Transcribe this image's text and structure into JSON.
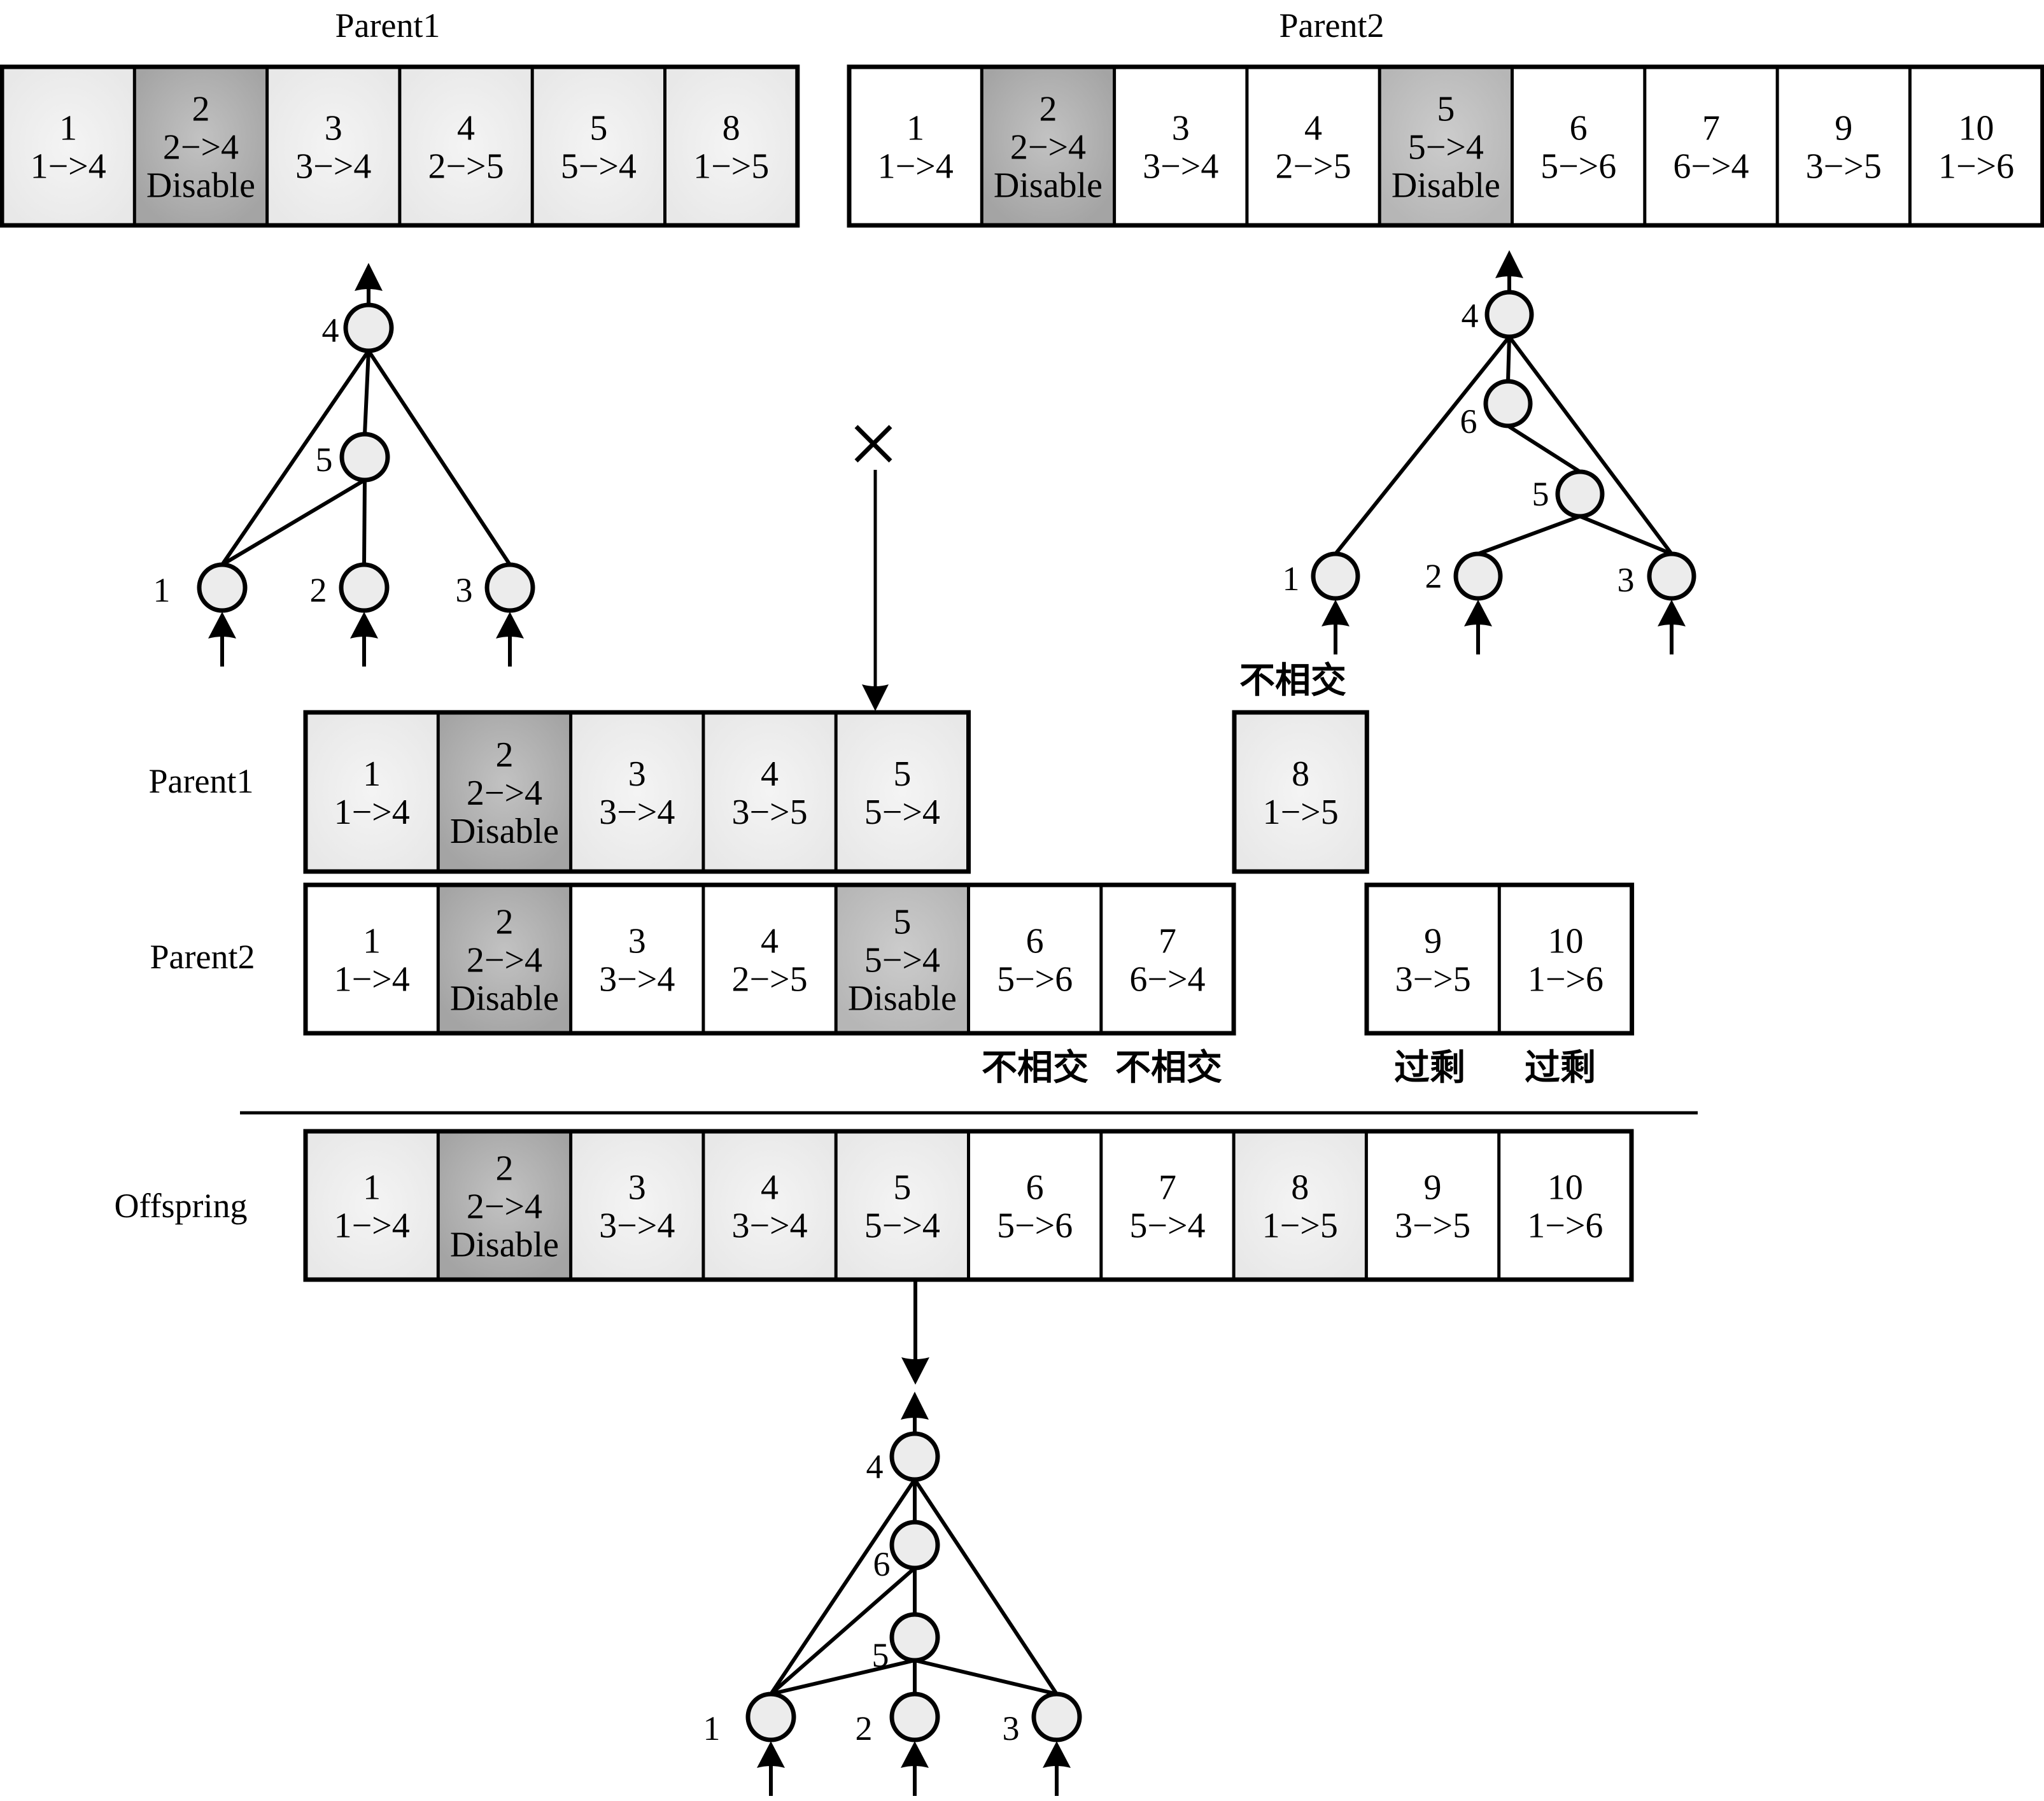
{
  "colors": {
    "parent1_fill": "#ececec",
    "parent2_fill": "#ffffff",
    "disabled_fill": "#a9a9a9",
    "disabled_fill_p2": "#bdbdbd",
    "node_fill": "#ececec",
    "stroke": "#000000"
  },
  "top": {
    "parent1": {
      "title": "Parent1",
      "genes": [
        {
          "innov": "1",
          "conn": "1->4",
          "disabled": false
        },
        {
          "innov": "2",
          "conn": "2->4",
          "disabled": true,
          "flag": "Disable"
        },
        {
          "innov": "3",
          "conn": "3->4",
          "disabled": false
        },
        {
          "innov": "4",
          "conn": "2->5",
          "disabled": false
        },
        {
          "innov": "5",
          "conn": "5->4",
          "disabled": false
        },
        {
          "innov": "8",
          "conn": "1->5",
          "disabled": false
        }
      ]
    },
    "parent2": {
      "title": "Parent2",
      "genes": [
        {
          "innov": "1",
          "conn": "1->4",
          "disabled": false
        },
        {
          "innov": "2",
          "conn": "2->4",
          "disabled": true,
          "flag": "Disable"
        },
        {
          "innov": "3",
          "conn": "3->4",
          "disabled": false
        },
        {
          "innov": "4",
          "conn": "2->5",
          "disabled": false
        },
        {
          "innov": "5",
          "conn": "5->4",
          "disabled": true,
          "flag": "Disable"
        },
        {
          "innov": "6",
          "conn": "5->6",
          "disabled": false
        },
        {
          "innov": "7",
          "conn": "6->4",
          "disabled": false
        },
        {
          "innov": "9",
          "conn": "3->5",
          "disabled": false
        },
        {
          "innov": "10",
          "conn": "1->6",
          "disabled": false
        }
      ]
    }
  },
  "networks": {
    "parent1": {
      "nodes": [
        {
          "id": "1",
          "role": "input"
        },
        {
          "id": "2",
          "role": "input"
        },
        {
          "id": "3",
          "role": "input"
        },
        {
          "id": "4",
          "role": "output"
        },
        {
          "id": "5",
          "role": "hidden"
        }
      ],
      "edges": [
        [
          "1",
          "4"
        ],
        [
          "4",
          "5"
        ],
        [
          "5",
          "1"
        ],
        [
          "5",
          "2"
        ],
        [
          "4",
          "3"
        ]
      ]
    },
    "parent2": {
      "nodes": [
        {
          "id": "1",
          "role": "input"
        },
        {
          "id": "2",
          "role": "input"
        },
        {
          "id": "3",
          "role": "input"
        },
        {
          "id": "4",
          "role": "output"
        },
        {
          "id": "5",
          "role": "hidden"
        },
        {
          "id": "6",
          "role": "hidden"
        }
      ],
      "edges": [
        [
          "1",
          "4"
        ],
        [
          "4",
          "6"
        ],
        [
          "4",
          "3"
        ],
        [
          "6",
          "5"
        ],
        [
          "5",
          "2"
        ],
        [
          "5",
          "3"
        ]
      ]
    },
    "offspring": {
      "nodes": [
        {
          "id": "1",
          "role": "input"
        },
        {
          "id": "2",
          "role": "input"
        },
        {
          "id": "3",
          "role": "input"
        },
        {
          "id": "4",
          "role": "output"
        },
        {
          "id": "5",
          "role": "hidden"
        },
        {
          "id": "6",
          "role": "hidden"
        }
      ],
      "edges": [
        [
          "1",
          "4"
        ],
        [
          "4",
          "6"
        ],
        [
          "4",
          "3"
        ],
        [
          "6",
          "5"
        ],
        [
          "6",
          "1"
        ],
        [
          "5",
          "1"
        ],
        [
          "5",
          "2"
        ],
        [
          "5",
          "3"
        ]
      ]
    }
  },
  "alignment": {
    "disconnect_mark": "×",
    "parent1": {
      "label": "Parent1",
      "matching": [
        {
          "innov": "1",
          "conn": "1->4",
          "disabled": false
        },
        {
          "innov": "2",
          "conn": "2->4",
          "disabled": true,
          "flag": "Disable"
        },
        {
          "innov": "3",
          "conn": "3->4",
          "disabled": false
        },
        {
          "innov": "4",
          "conn": "3->5",
          "disabled": false
        },
        {
          "innov": "5",
          "conn": "5->4",
          "disabled": false
        }
      ],
      "disjoint": {
        "innov": "8",
        "conn": "1->5",
        "disabled": false,
        "note": "不相交"
      }
    },
    "parent2": {
      "label": "Parent2",
      "matching": [
        {
          "innov": "1",
          "conn": "1->4",
          "disabled": false
        },
        {
          "innov": "2",
          "conn": "2->4",
          "disabled": true,
          "flag": "Disable"
        },
        {
          "innov": "3",
          "conn": "3->4",
          "disabled": false
        },
        {
          "innov": "4",
          "conn": "2->5",
          "disabled": false
        },
        {
          "innov": "5",
          "conn": "5->4",
          "disabled": true,
          "flag": "Disable"
        }
      ],
      "disjoint": [
        {
          "innov": "6",
          "conn": "5->6",
          "disabled": false,
          "note": "不相交"
        },
        {
          "innov": "7",
          "conn": "6->4",
          "disabled": false,
          "note": "不相交"
        }
      ],
      "excess": [
        {
          "innov": "9",
          "conn": "3->5",
          "disabled": false,
          "note": "过剩"
        },
        {
          "innov": "10",
          "conn": "1->6",
          "disabled": false,
          "note": "过剩"
        }
      ]
    }
  },
  "offspring": {
    "label": "Offspring",
    "genes": [
      {
        "innov": "1",
        "conn": "1->4",
        "disabled": false,
        "from": "parent1"
      },
      {
        "innov": "2",
        "conn": "2->4",
        "disabled": true,
        "flag": "Disable",
        "from": "parent1"
      },
      {
        "innov": "3",
        "conn": "3->4",
        "disabled": false,
        "from": "parent1"
      },
      {
        "innov": "4",
        "conn": "3->4",
        "disabled": false,
        "from": "parent1"
      },
      {
        "innov": "5",
        "conn": "5->4",
        "disabled": false,
        "from": "parent1"
      },
      {
        "innov": "6",
        "conn": "5->6",
        "disabled": false,
        "from": "parent2"
      },
      {
        "innov": "7",
        "conn": "5->4",
        "disabled": false,
        "from": "parent2"
      },
      {
        "innov": "8",
        "conn": "1->5",
        "disabled": false,
        "from": "parent1"
      },
      {
        "innov": "9",
        "conn": "3->5",
        "disabled": false,
        "from": "parent2"
      },
      {
        "innov": "10",
        "conn": "1->6",
        "disabled": false,
        "from": "parent2"
      }
    ]
  }
}
